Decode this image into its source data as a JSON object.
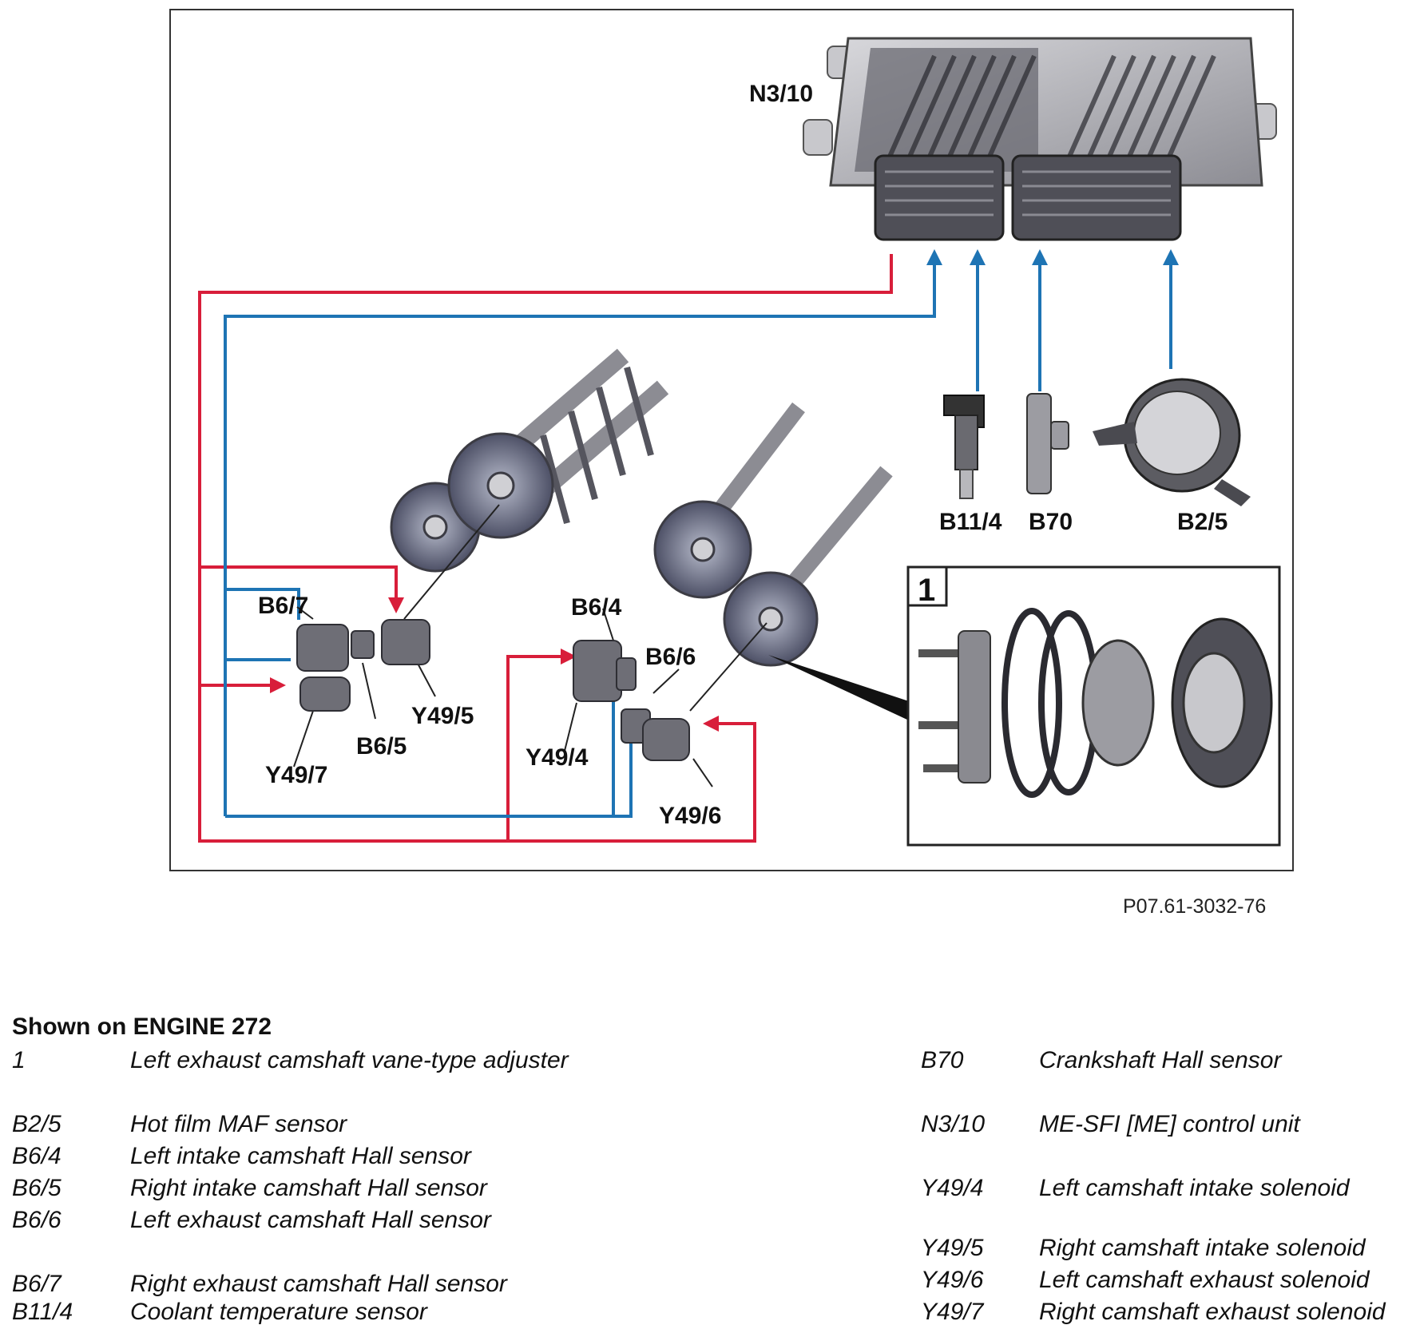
{
  "diagram": {
    "component_labels": {
      "n3_10": "N3/10",
      "b11_4": "B11/4",
      "b70": "B70",
      "b2_5": "B2/5",
      "b6_7": "B6/7",
      "b6_5": "B6/5",
      "y49_5": "Y49/5",
      "y49_7": "Y49/7",
      "b6_4": "B6/4",
      "b6_6": "B6/6",
      "y49_4": "Y49/4",
      "y49_6": "Y49/6",
      "inset_1": "1"
    },
    "figure_code": "P07.61-3032-76",
    "colors": {
      "output_line": "#d81e3a",
      "input_line": "#1e74b4",
      "component_gray": "#8c8c93"
    }
  },
  "legend": {
    "heading": "Shown on ENGINE 272",
    "left": [
      {
        "code": "1",
        "text": "Left exhaust camshaft vane-type adjuster"
      },
      {
        "code": "B2/5",
        "text": "Hot film MAF sensor"
      },
      {
        "code": "B6/4",
        "text": "Left intake camshaft Hall sensor"
      },
      {
        "code": "B6/5",
        "text": "Right intake camshaft Hall sensor"
      },
      {
        "code": "B6/6",
        "text": "Left exhaust camshaft Hall sensor"
      },
      {
        "code": "B6/7",
        "text": "Right exhaust camshaft Hall sensor"
      },
      {
        "code": "B11/4",
        "text": "Coolant temperature sensor"
      }
    ],
    "right": [
      {
        "code": "B70",
        "text": "Crankshaft Hall sensor"
      },
      {
        "code": "N3/10",
        "text": "ME-SFI [ME] control unit"
      },
      {
        "code": "Y49/4",
        "text": "Left camshaft intake solenoid"
      },
      {
        "code": "Y49/5",
        "text": "Right camshaft intake solenoid"
      },
      {
        "code": "Y49/6",
        "text": "Left camshaft exhaust solenoid"
      },
      {
        "code": "Y49/7",
        "text": "Right camshaft exhaust solenoid"
      }
    ]
  }
}
